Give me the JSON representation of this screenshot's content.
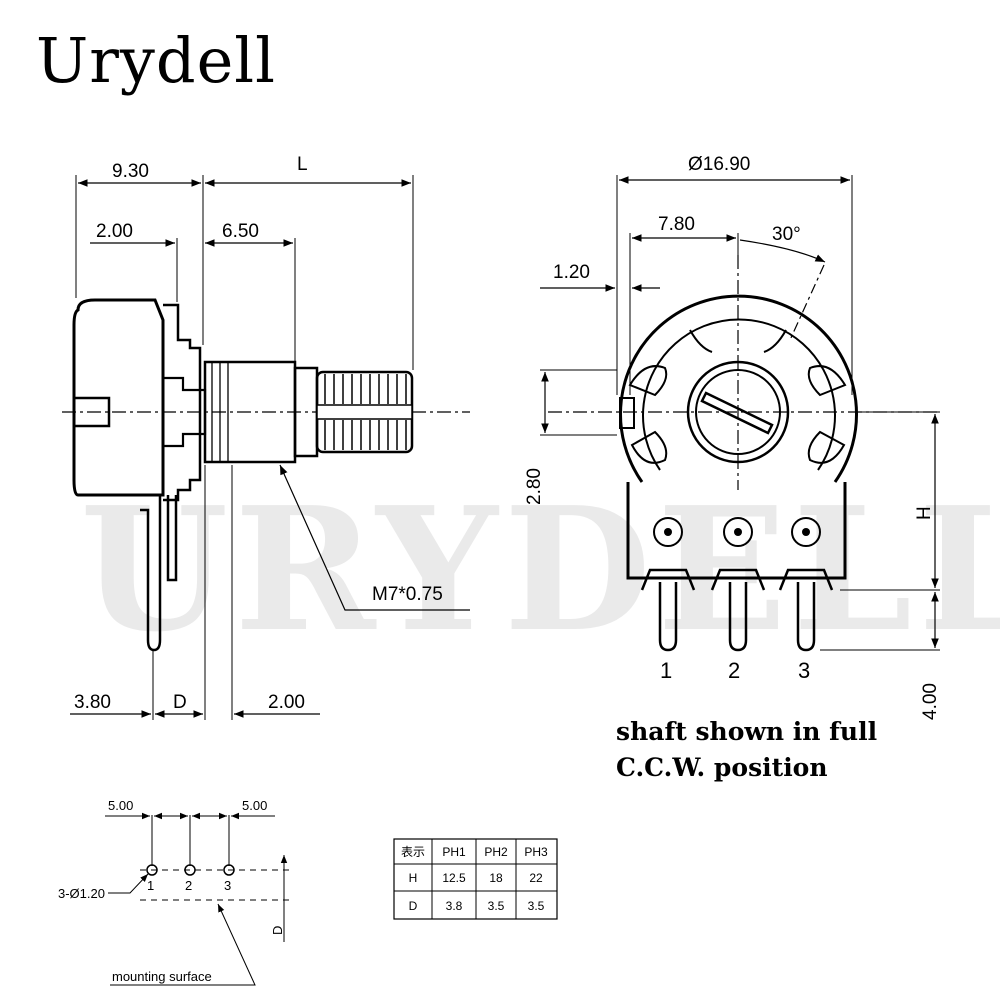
{
  "brand": {
    "name": "Urydell",
    "watermark": "URYDELL"
  },
  "side_view": {
    "dims": {
      "d_930": "9.30",
      "d_L": "L",
      "d_200_top": "2.00",
      "d_650": "6.50",
      "d_thread": "M7*0.75",
      "d_380": "3.80",
      "d_D": "D",
      "d_200_bottom": "2.00"
    }
  },
  "front_view": {
    "dims": {
      "d_1690": "Ø16.90",
      "d_780": "7.80",
      "d_30": "30°",
      "d_120": "1.20",
      "d_280": "2.80",
      "d_H": "H",
      "d_400": "4.00"
    },
    "pins": [
      "1",
      "2",
      "3"
    ],
    "note_line1": "shaft shown in full",
    "note_line2": "C.C.W. position"
  },
  "pcb_layout": {
    "spacing_left": "5.00",
    "spacing_right": "5.00",
    "hole_label": "3-Ø1.20",
    "pins": [
      "1",
      "2",
      "3"
    ],
    "d_label": "D",
    "mounting_label": "mounting surface"
  },
  "spec_table": {
    "header": [
      "表示",
      "PH1",
      "PH2",
      "PH3"
    ],
    "rows": [
      [
        "H",
        "12.5",
        "18",
        "22"
      ],
      [
        "D",
        "3.8",
        "3.5",
        "3.5"
      ]
    ]
  }
}
